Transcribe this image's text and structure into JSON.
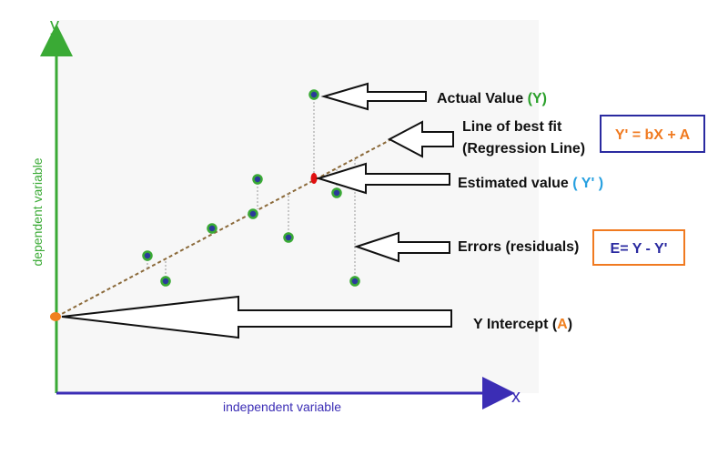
{
  "axes": {
    "y_letter": "y",
    "x_letter": "x",
    "y_label": "dependent variable",
    "x_label": "independent variable"
  },
  "labels": {
    "actual_prefix": "Actual Value ",
    "actual_symbol": "(Y)",
    "fit_line1": "Line of best fit",
    "fit_line2": "(Regression Line)",
    "estimated_prefix": "Estimated value ",
    "estimated_symbol": "( Y' )",
    "errors": "Errors (residuals)",
    "intercept_prefix": "Y Intercept (",
    "intercept_symbol": "A",
    "intercept_suffix": ")"
  },
  "formulas": {
    "regression": "Y' = bX + A",
    "error": "E= Y - Y'"
  },
  "colors": {
    "y_axis": "#3aaa35",
    "x_axis": "#3b2db5",
    "regression_line": "#8b6a3a",
    "point_fill": "#2b3a9a",
    "point_ring": "#3aaa35",
    "intercept": "#f08020",
    "estimate": "#e01010",
    "actual_symbol": "#2aa02a",
    "estimated_symbol": "#27a0e0",
    "intercept_symbol": "#f08020",
    "formula_text": "#f07a20",
    "formula_border": "#2a2aa0",
    "error_text": "#2a2aa0",
    "error_border": "#f07a20"
  }
}
